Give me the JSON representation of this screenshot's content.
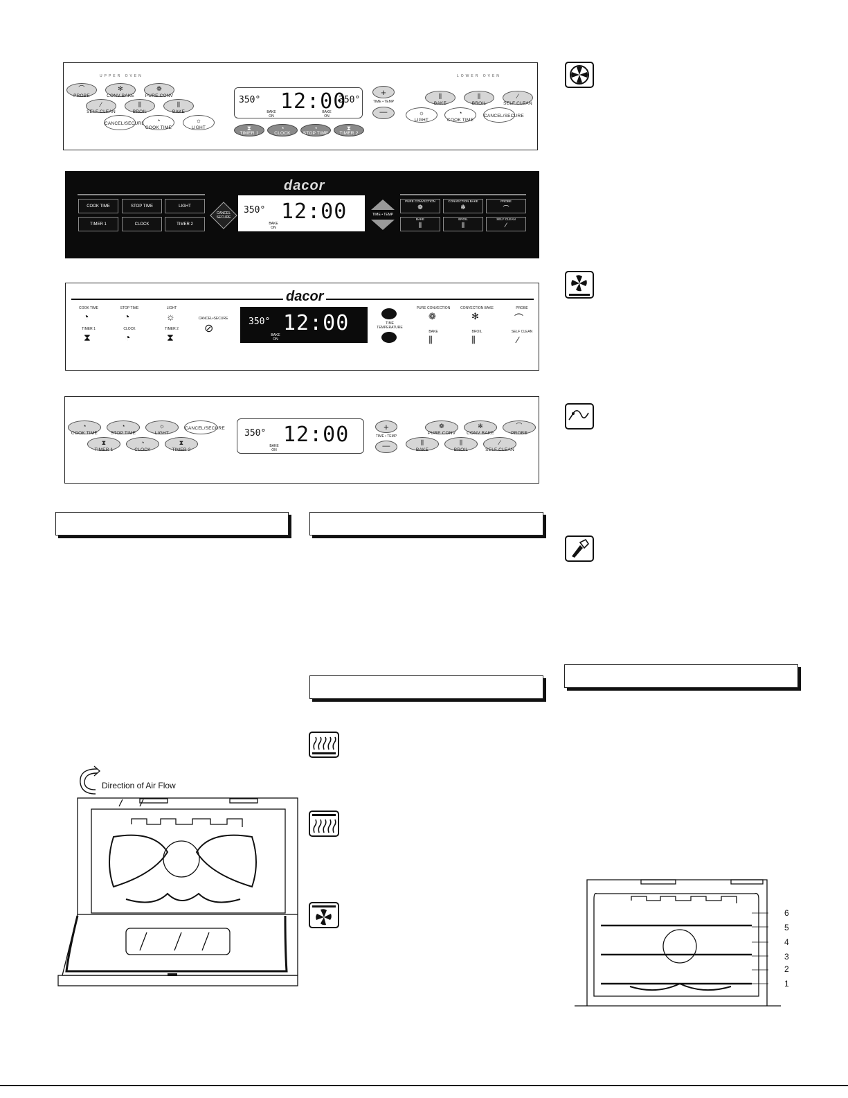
{
  "panel1": {
    "upper_label": "UPPER OVEN",
    "lower_label": "LOWER OVEN",
    "left_buttons": [
      {
        "label": "PROBE",
        "icon": "probe-icon"
      },
      {
        "label": "CONV BAKE",
        "icon": "fan-icon"
      },
      {
        "label": "PURE CONV",
        "icon": "pure-fan-icon"
      },
      {
        "label": "SELF CLEAN",
        "icon": "brush-icon"
      },
      {
        "label": "BROIL",
        "icon": "broil-icon"
      },
      {
        "label": "BAKE",
        "icon": "bake-icon"
      },
      {
        "label": "CANCEL/SECURE",
        "icon": "cancel-icon"
      },
      {
        "label": "COOK TIME",
        "icon": "clock-icon"
      },
      {
        "label": "LIGHT",
        "icon": "light-icon"
      }
    ],
    "display": {
      "temp_left": "350°",
      "time": "12:00",
      "temp_right": "350°",
      "status_left": "BAKE\nON",
      "status_right": "BAKE\nON"
    },
    "bottom_buttons": [
      "TIMER 1",
      "CLOCK",
      "STOP TIME",
      "TIMER 2"
    ],
    "time_temp_label": "TIME • TEMP",
    "plus": "+",
    "minus": "—",
    "right_buttons": [
      {
        "label": "BAKE",
        "icon": "bake-icon"
      },
      {
        "label": "BROIL",
        "icon": "broil-icon"
      },
      {
        "label": "SELF CLEAN",
        "icon": "brush-icon"
      },
      {
        "label": "LIGHT",
        "icon": "light-icon"
      },
      {
        "label": "COOK TIME",
        "icon": "clock-icon"
      },
      {
        "label": "CANCEL/SECURE",
        "icon": "cancel-icon"
      }
    ]
  },
  "panel2": {
    "brand": "dacor",
    "left_buttons": [
      "COOK TIME",
      "STOP TIME",
      "LIGHT",
      "TIMER 1",
      "CLOCK",
      "TIMER 2"
    ],
    "cancel": "CANCEL SECURE",
    "display": {
      "temp": "350°",
      "time": "12:00",
      "status": "BAKE\nON"
    },
    "time_temp_label": "TIME • TEMP",
    "right_buttons": [
      {
        "label": "PURE CONVECTION",
        "icon": "pure-fan-icon"
      },
      {
        "label": "CONVECTION BAKE",
        "icon": "fan-icon"
      },
      {
        "label": "PROBE",
        "icon": "probe-icon"
      },
      {
        "label": "BAKE",
        "icon": "bake-icon"
      },
      {
        "label": "BROIL",
        "icon": "broil-icon"
      },
      {
        "label": "SELF CLEAN",
        "icon": "brush-icon"
      }
    ]
  },
  "panel3": {
    "brand": "dacor",
    "left_items": [
      {
        "label": "COOK TIME",
        "icon": "clock-icon"
      },
      {
        "label": "STOP TIME",
        "icon": "clock-icon"
      },
      {
        "label": "LIGHT",
        "icon": "light-icon"
      },
      {
        "label": "TIMER 1",
        "icon": "hourglass-icon"
      },
      {
        "label": "CLOCK",
        "icon": "clock-icon"
      },
      {
        "label": "TIMER 2",
        "icon": "hourglass-icon"
      }
    ],
    "cancel": "CANCEL•SECURE",
    "display": {
      "temp": "350°",
      "time": "12:00",
      "status": "BAKE\nON"
    },
    "time_temp_label": "TIME\nTEMPERATURE",
    "right_items": [
      {
        "label": "PURE CONVECTION",
        "icon": "pure-fan-icon"
      },
      {
        "label": "CONVECTION BAKE",
        "icon": "fan-icon"
      },
      {
        "label": "PROBE",
        "icon": "probe-icon"
      },
      {
        "label": "BAKE",
        "icon": "bake-icon"
      },
      {
        "label": "BROIL",
        "icon": "broil-icon"
      },
      {
        "label": "SELF CLEAN",
        "icon": "brush-icon"
      }
    ]
  },
  "panel4": {
    "left_buttons": [
      {
        "label": "COOK TIME",
        "icon": "clock-icon"
      },
      {
        "label": "STOP TIME",
        "icon": "clock-icon"
      },
      {
        "label": "LIGHT",
        "icon": "light-icon"
      },
      {
        "label": "CANCEL/SECURE",
        "icon": "cancel-icon"
      },
      {
        "label": "TIMER 1",
        "icon": "hourglass-icon"
      },
      {
        "label": "CLOCK",
        "icon": "clock-icon"
      },
      {
        "label": "TIMER 2",
        "icon": "hourglass-icon"
      }
    ],
    "display": {
      "temp": "350°",
      "time": "12:00",
      "status": "BAKE\nON"
    },
    "time_temp_label": "TIME • TEMP",
    "plus": "+",
    "minus": "—",
    "right_buttons": [
      {
        "label": "PURE CONV",
        "icon": "pure-fan-icon"
      },
      {
        "label": "CONV BAKE",
        "icon": "fan-icon"
      },
      {
        "label": "PROBE",
        "icon": "probe-icon"
      },
      {
        "label": "BAKE",
        "icon": "bake-icon"
      },
      {
        "label": "BROIL",
        "icon": "broil-icon"
      },
      {
        "label": "SELF CLEAN",
        "icon": "brush-icon"
      }
    ]
  },
  "airflow_caption": "Direction of Air Flow",
  "rack_positions": [
    "6",
    "5",
    "4",
    "3",
    "2",
    "1"
  ],
  "colors": {
    "ink": "#111111",
    "button_gray": "#d6d6d6",
    "panel_black": "#0b0b0b"
  }
}
